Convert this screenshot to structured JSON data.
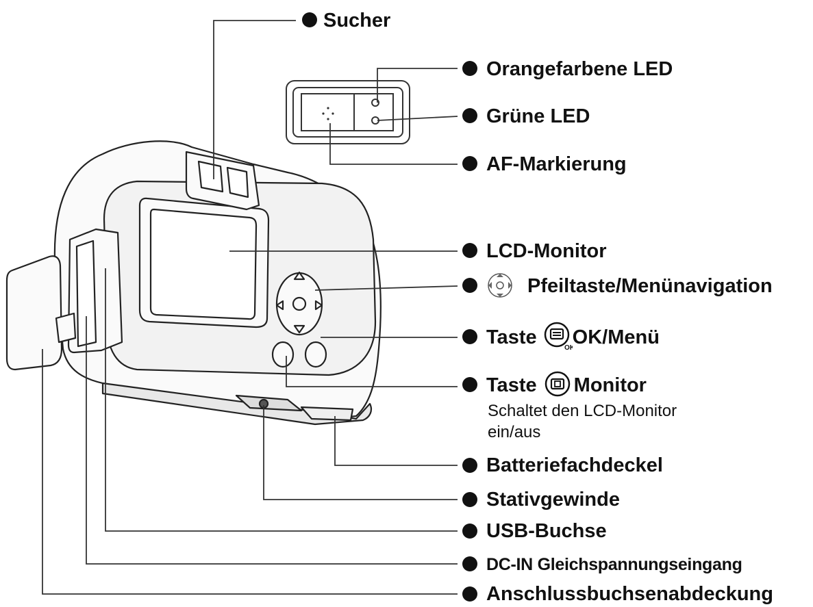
{
  "labels": {
    "sucher": "Sucher",
    "orange_led": "Orangefarbene LED",
    "gruene_led": "Grüne LED",
    "af_markierung": "AF-Markierung",
    "lcd_monitor": "LCD-Monitor",
    "pfeiltaste": "Pfeiltaste/Menünavigation",
    "taste_word": "Taste",
    "ok_menu_text": "OK/Menü",
    "ok_icon_text": "OK",
    "monitor_text": "Monitor",
    "monitor_desc_1": "Schaltet den LCD-Monitor",
    "monitor_desc_2": "ein/aus",
    "batteriefachdeckel": "Batteriefachdeckel",
    "stativgewinde": "Stativgewinde",
    "usb_buchse": "USB-Buchse",
    "dc_in": "DC-IN Gleichspannungseingang",
    "anschluss": "Anschlussbuchsenabdeckung"
  },
  "icons": {
    "arrow_pad": "arrow-pad-icon",
    "ok_menu_button": "ok-menu-button-icon",
    "monitor_button": "monitor-button-icon"
  },
  "colors": {
    "ink": "#111111",
    "line": "#333333",
    "body_fill": "#f4f4f4"
  }
}
